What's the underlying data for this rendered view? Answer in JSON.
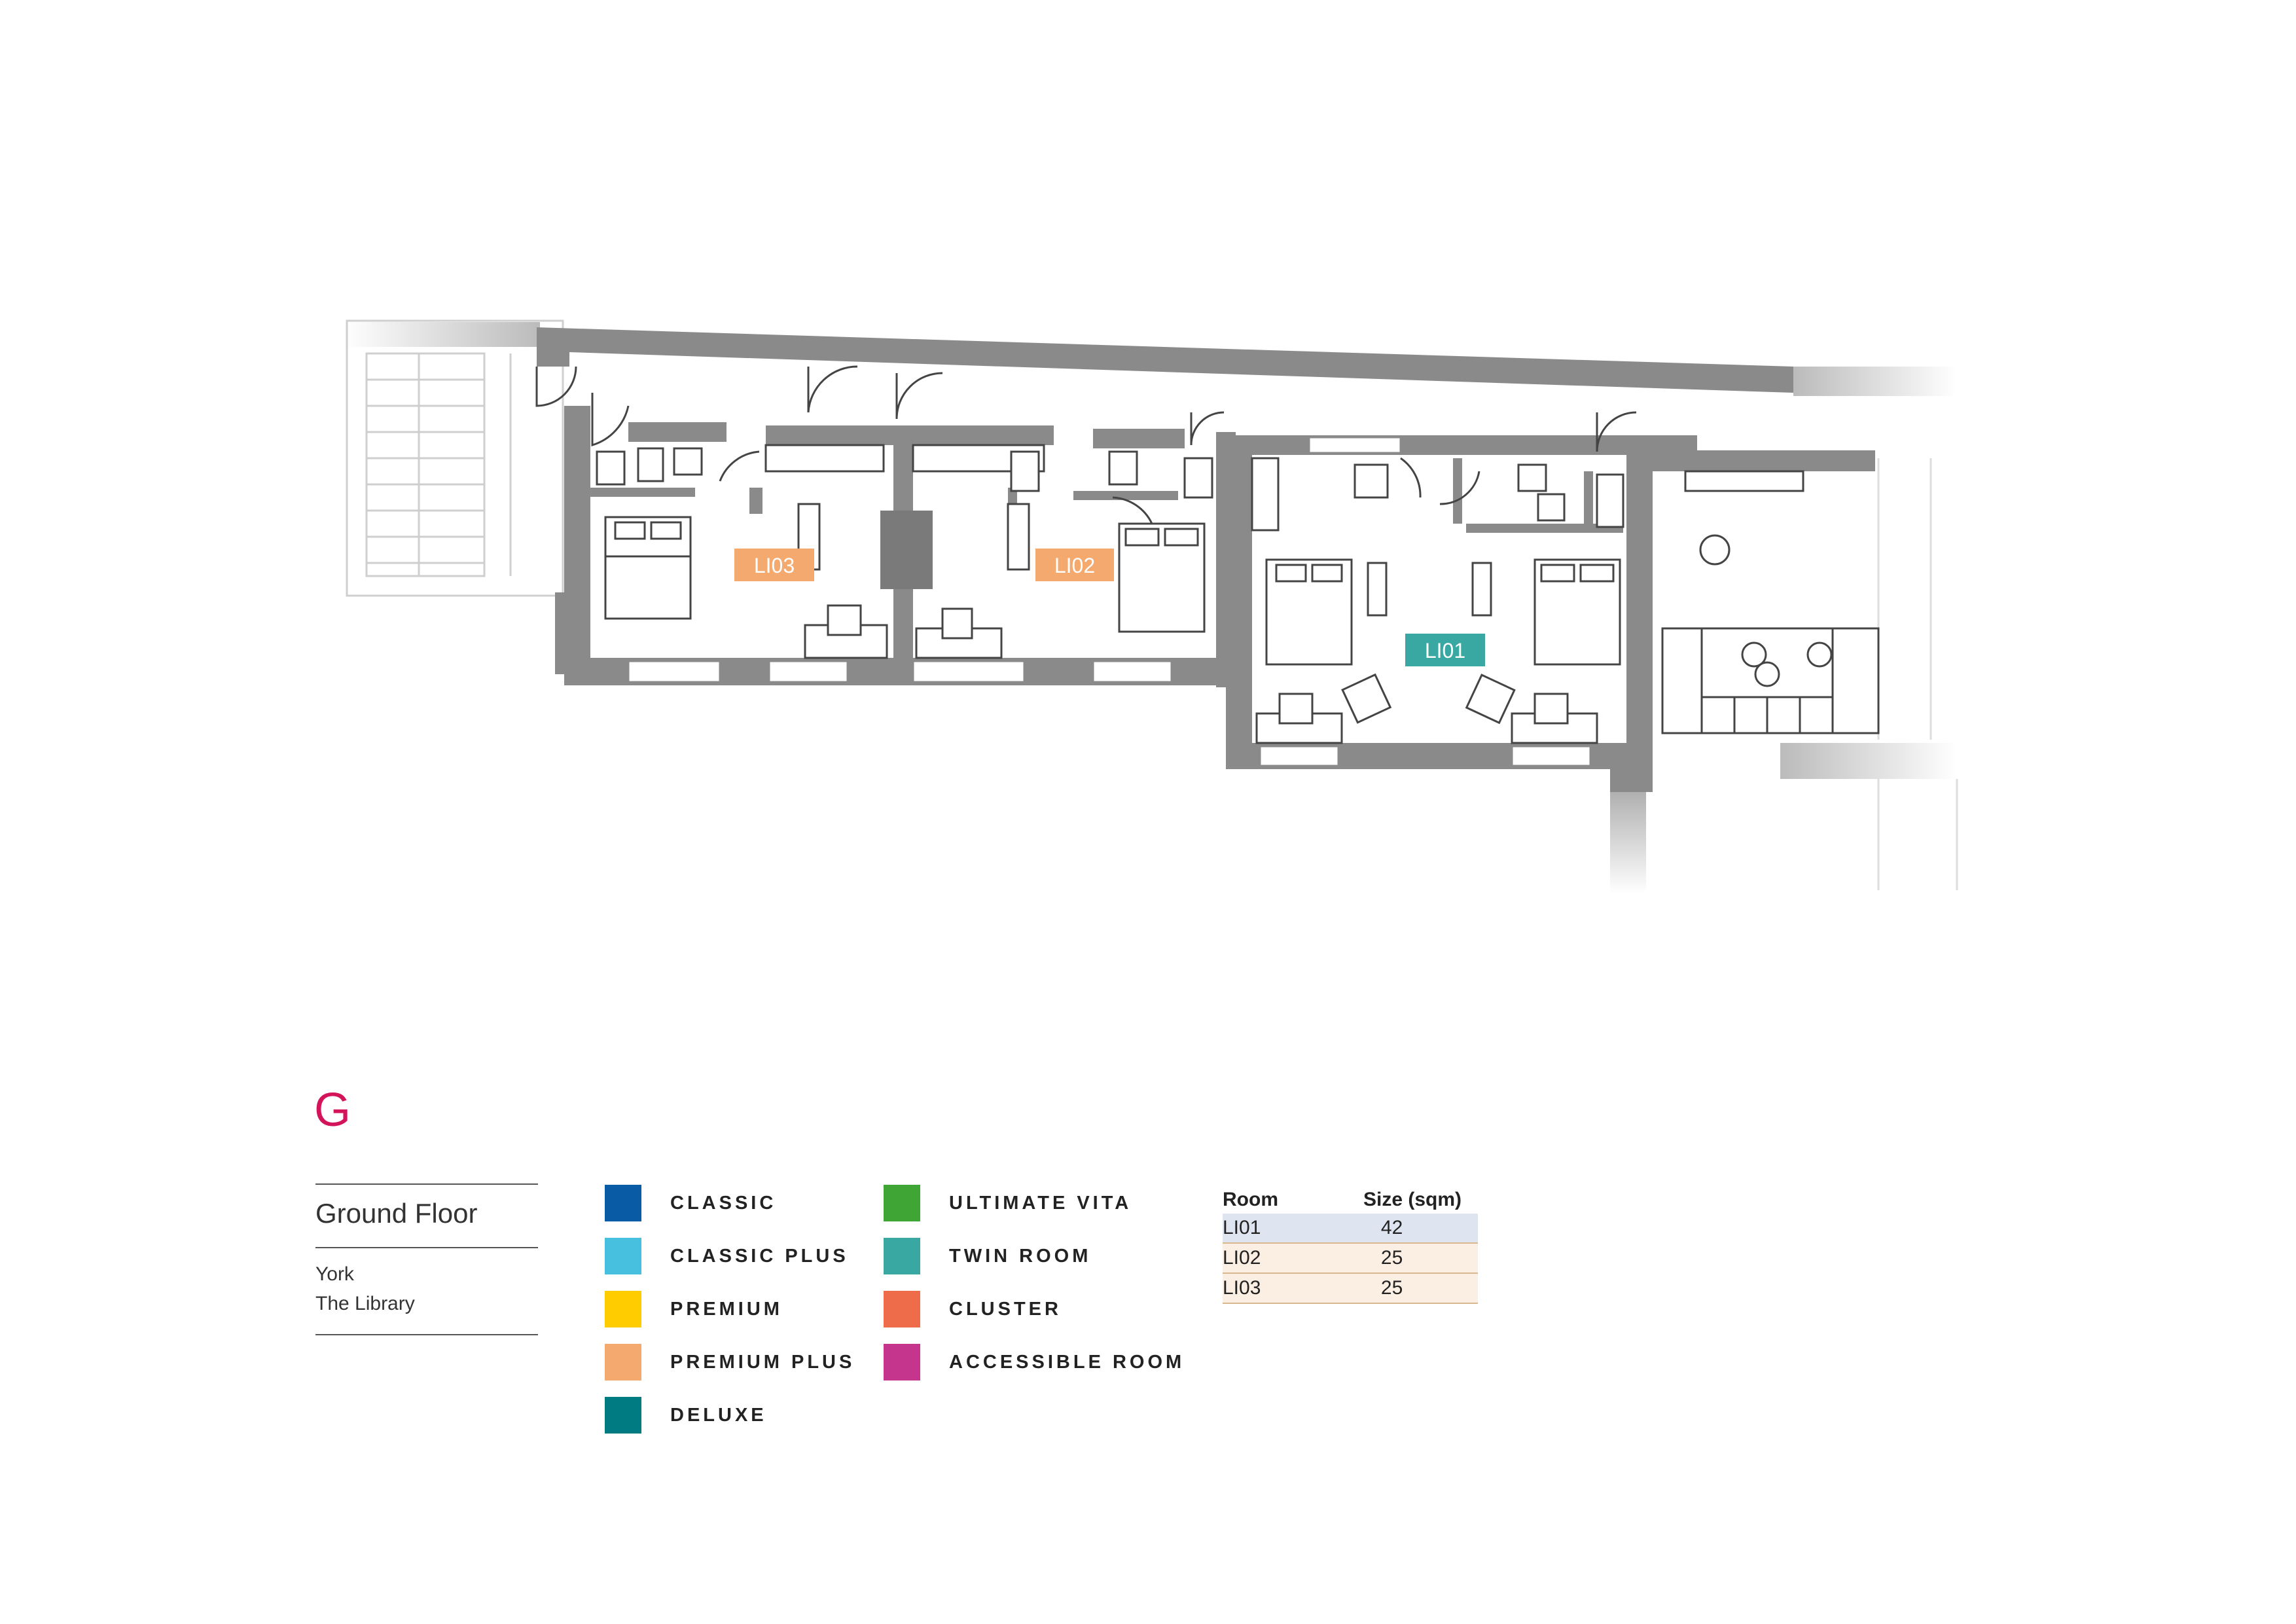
{
  "floor": {
    "letter": "G",
    "name": "Ground Floor",
    "city": "York",
    "building": "The Library"
  },
  "plan_labels": [
    {
      "id": "LI03",
      "category": "PREMIUM PLUS",
      "color": "#f4a96e"
    },
    {
      "id": "LI02",
      "category": "PREMIUM PLUS",
      "color": "#f4a96e"
    },
    {
      "id": "LI01",
      "category": "TWIN ROOM",
      "color": "#3aa8a2"
    }
  ],
  "legend": [
    {
      "label": "CLASSIC",
      "color": "#0a5ba6"
    },
    {
      "label": "CLASSIC PLUS",
      "color": "#47c0e0"
    },
    {
      "label": "PREMIUM",
      "color": "#ffcc00"
    },
    {
      "label": "PREMIUM PLUS",
      "color": "#f4a96e"
    },
    {
      "label": "DELUXE",
      "color": "#007b82"
    },
    {
      "label": "ULTIMATE VITA",
      "color": "#3fa535"
    },
    {
      "label": "TWIN ROOM",
      "color": "#3aa8a2"
    },
    {
      "label": "CLUSTER",
      "color": "#ef6c4a"
    },
    {
      "label": "ACCESSIBLE ROOM",
      "color": "#c5358e"
    }
  ],
  "size_table": {
    "headers": [
      "Room",
      "Size (sqm)"
    ],
    "rows": [
      {
        "room": "LI01",
        "size": "42",
        "bg": "#dfe4f1"
      },
      {
        "room": "LI02",
        "size": "25",
        "bg": "#fbeee2"
      },
      {
        "room": "LI03",
        "size": "25",
        "bg": "#fbeee2"
      }
    ]
  },
  "colors": {
    "wall": "#8a8a8a",
    "accent": "#d4145a"
  }
}
